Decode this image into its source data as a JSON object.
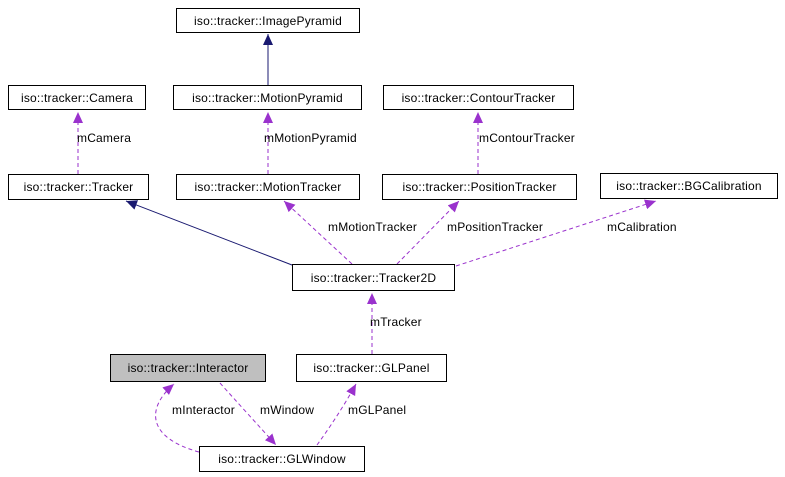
{
  "diagram": {
    "kind": "collaboration-graph",
    "nodes": [
      {
        "id": "image-pyramid",
        "label": "iso::tracker::ImagePyramid",
        "highlighted": false
      },
      {
        "id": "camera",
        "label": "iso::tracker::Camera",
        "highlighted": false
      },
      {
        "id": "motion-pyramid",
        "label": "iso::tracker::MotionPyramid",
        "highlighted": false
      },
      {
        "id": "contour-tracker",
        "label": "iso::tracker::ContourTracker",
        "highlighted": false
      },
      {
        "id": "tracker",
        "label": "iso::tracker::Tracker",
        "highlighted": false
      },
      {
        "id": "motion-tracker",
        "label": "iso::tracker::MotionTracker",
        "highlighted": false
      },
      {
        "id": "position-tracker",
        "label": "iso::tracker::PositionTracker",
        "highlighted": false
      },
      {
        "id": "bg-calibration",
        "label": "iso::tracker::BGCalibration",
        "highlighted": false
      },
      {
        "id": "tracker2d",
        "label": "iso::tracker::Tracker2D",
        "highlighted": false
      },
      {
        "id": "interactor",
        "label": "iso::tracker::Interactor",
        "highlighted": true
      },
      {
        "id": "glpanel",
        "label": "iso::tracker::GLPanel",
        "highlighted": false
      },
      {
        "id": "glwindow",
        "label": "iso::tracker::GLWindow",
        "highlighted": false
      }
    ],
    "edges": [
      {
        "from": "motion-pyramid",
        "to": "image-pyramid",
        "type": "inheritance",
        "label": ""
      },
      {
        "from": "tracker2d",
        "to": "tracker",
        "type": "inheritance",
        "label": ""
      },
      {
        "from": "tracker",
        "to": "camera",
        "type": "member",
        "label": "mCamera"
      },
      {
        "from": "motion-tracker",
        "to": "motion-pyramid",
        "type": "member",
        "label": "mMotionPyramid"
      },
      {
        "from": "position-tracker",
        "to": "contour-tracker",
        "type": "member",
        "label": "mContourTracker"
      },
      {
        "from": "tracker2d",
        "to": "motion-tracker",
        "type": "member",
        "label": "mMotionTracker"
      },
      {
        "from": "tracker2d",
        "to": "position-tracker",
        "type": "member",
        "label": "mPositionTracker"
      },
      {
        "from": "tracker2d",
        "to": "bg-calibration",
        "type": "member",
        "label": "mCalibration"
      },
      {
        "from": "glpanel",
        "to": "tracker2d",
        "type": "member",
        "label": "mTracker"
      },
      {
        "from": "glwindow",
        "to": "interactor",
        "type": "member",
        "label": "mInteractor"
      },
      {
        "from": "interactor",
        "to": "glwindow",
        "type": "member",
        "label": "mWindow"
      },
      {
        "from": "glwindow",
        "to": "glpanel",
        "type": "member",
        "label": "mGLPanel"
      }
    ],
    "colors": {
      "inheritance_edge": "#191970",
      "member_edge": "#9a32cd",
      "node_fill": "#ffffff",
      "node_border": "#000000",
      "highlighted_node_fill": "#bfbfbf",
      "background": "#ffffff",
      "text": "#000000"
    }
  }
}
